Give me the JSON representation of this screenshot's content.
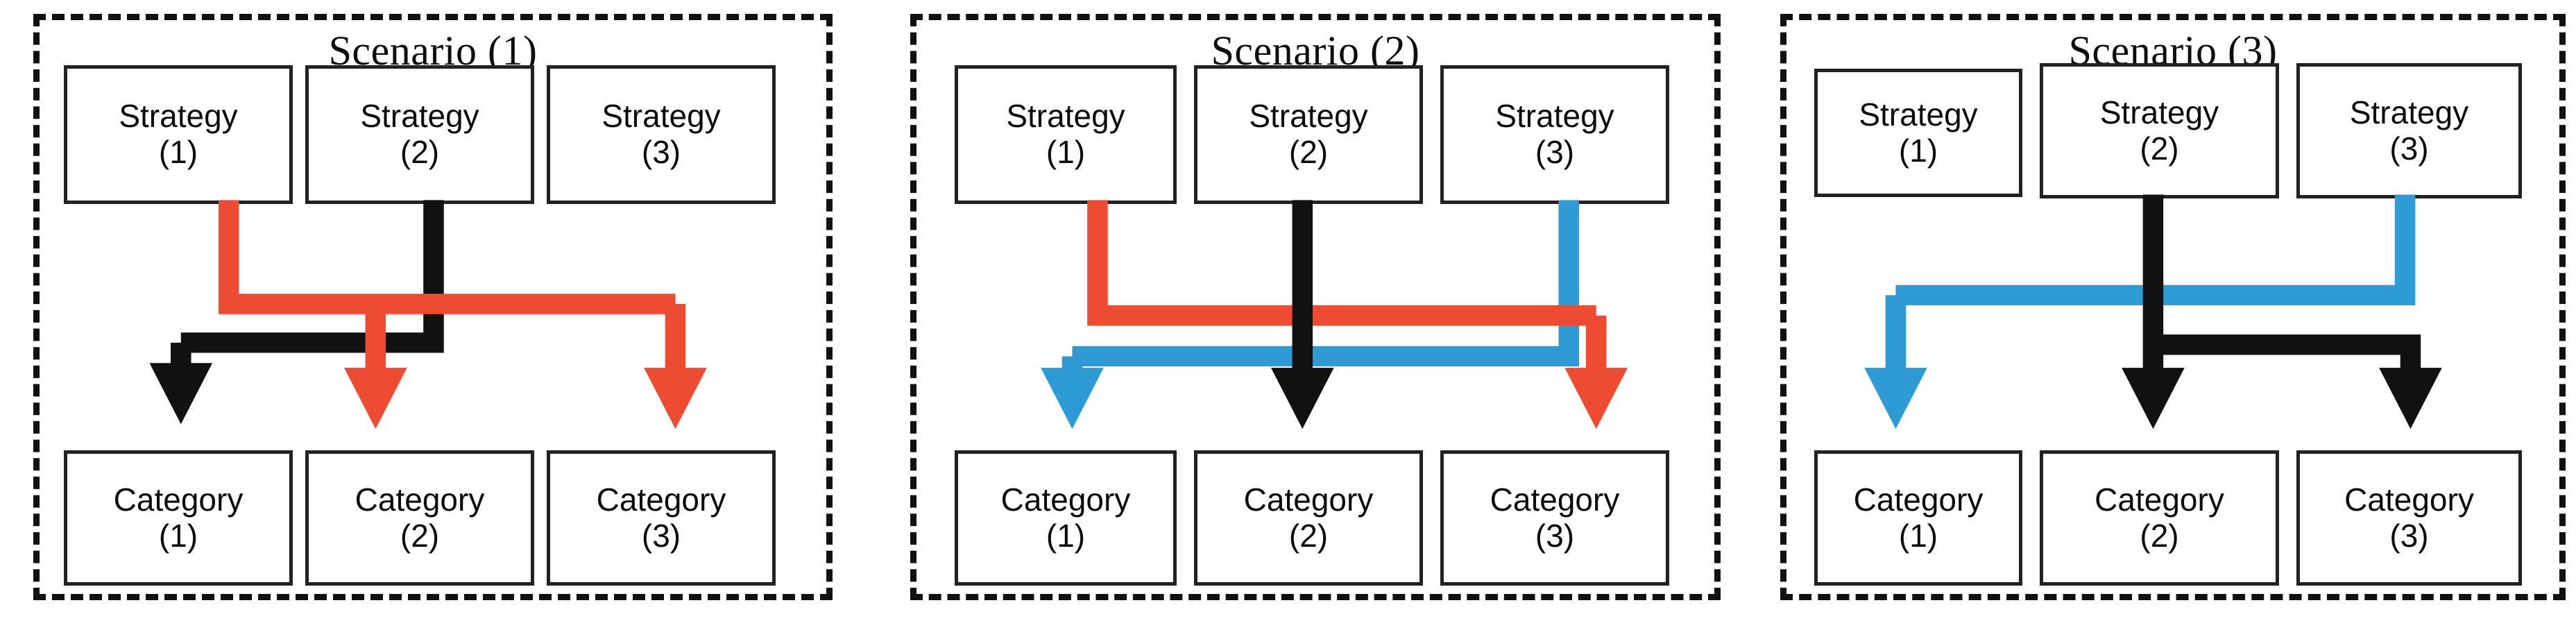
{
  "figure": {
    "type": "flow-mapping-diagram",
    "description": "Three scenario panels each mapping three strategies to three categories with colored arrows",
    "colors": {
      "red": "#EE4B33",
      "blue": "#2E9BD4",
      "black": "#111111",
      "box_border": "#222222",
      "panel_border": "#111111",
      "background": "#FFFFFF"
    }
  },
  "panels": [
    {
      "title": "Scenario (1)",
      "strategies": [
        {
          "line1": "Strategy",
          "line2": "(1)"
        },
        {
          "line1": "Strategy",
          "line2": "(2)"
        },
        {
          "line1": "Strategy",
          "line2": "(3)"
        }
      ],
      "categories": [
        {
          "line1": "Category",
          "line2": "(1)"
        },
        {
          "line1": "Category",
          "line2": "(2)"
        },
        {
          "line1": "Category",
          "line2": "(3)"
        }
      ],
      "mappings": [
        {
          "from": "Strategy (1)",
          "to": "Category (2)",
          "color": "red"
        },
        {
          "from": "Strategy (1)",
          "to": "Category (3)",
          "color": "red"
        },
        {
          "from": "Strategy (2)",
          "to": "Category (1)",
          "color": "black"
        }
      ]
    },
    {
      "title": "Scenario (2)",
      "strategies": [
        {
          "line1": "Strategy",
          "line2": "(1)"
        },
        {
          "line1": "Strategy",
          "line2": "(2)"
        },
        {
          "line1": "Strategy",
          "line2": "(3)"
        }
      ],
      "categories": [
        {
          "line1": "Category",
          "line2": "(1)"
        },
        {
          "line1": "Category",
          "line2": "(2)"
        },
        {
          "line1": "Category",
          "line2": "(3)"
        }
      ],
      "mappings": [
        {
          "from": "Strategy (1)",
          "to": "Category (3)",
          "color": "red"
        },
        {
          "from": "Strategy (2)",
          "to": "Category (2)",
          "color": "black"
        },
        {
          "from": "Strategy (3)",
          "to": "Category (1)",
          "color": "blue"
        }
      ]
    },
    {
      "title": "Scenario (3)",
      "strategies": [
        {
          "line1": "Strategy",
          "line2": "(1)"
        },
        {
          "line1": "Strategy",
          "line2": "(2)"
        },
        {
          "line1": "Strategy",
          "line2": "(3)"
        }
      ],
      "categories": [
        {
          "line1": "Category",
          "line2": "(1)"
        },
        {
          "line1": "Category",
          "line2": "(2)"
        },
        {
          "line1": "Category",
          "line2": "(3)"
        }
      ],
      "mappings": [
        {
          "from": "Strategy (2)",
          "to": "Category (2)",
          "color": "black"
        },
        {
          "from": "Strategy (2)",
          "to": "Category (3)",
          "color": "black"
        },
        {
          "from": "Strategy (3)",
          "to": "Category (1)",
          "color": "blue"
        }
      ]
    }
  ]
}
